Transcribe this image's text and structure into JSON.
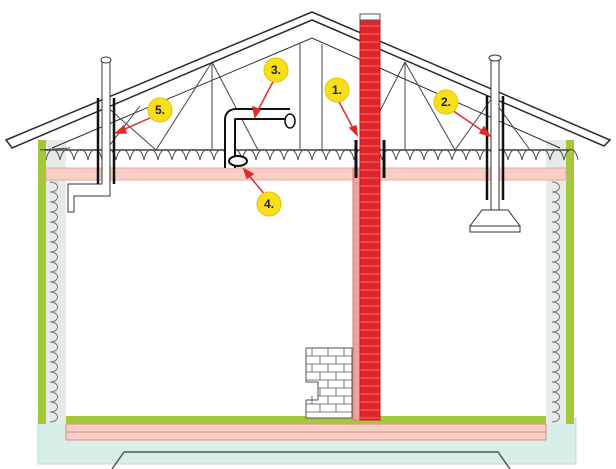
{
  "colors": {
    "chimney": "#e0262b",
    "chimney_mortar": "#f2a3a0",
    "ceiling_band": "#f7cfc7",
    "insulation_green": "#a3c93a",
    "foundation_teal": "#d8efe9",
    "callout_fill": "#f7df1a",
    "arrow": "#e02b2b",
    "line": "#2b2b2b"
  },
  "callouts": [
    {
      "id": "1",
      "label": "1."
    },
    {
      "id": "2",
      "label": "2."
    },
    {
      "id": "3",
      "label": "3."
    },
    {
      "id": "4",
      "label": "4."
    },
    {
      "id": "5",
      "label": "5."
    }
  ]
}
